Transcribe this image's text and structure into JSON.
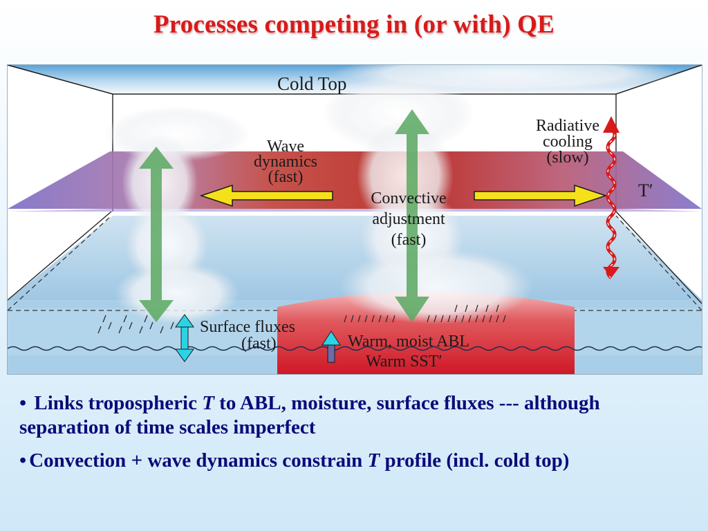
{
  "title": "Processes competing in (or with) QE",
  "diagram": {
    "cold_top": "Cold Top",
    "wave_dynamics": [
      "Wave",
      "dynamics",
      "(fast)"
    ],
    "convective_adjustment": [
      "Convective",
      "adjustment",
      "(fast)"
    ],
    "radiative_cooling": [
      "Radiative",
      "cooling",
      "(slow)"
    ],
    "t_prime": "T′",
    "surface_fluxes": [
      "Surface fluxes",
      "(fast)"
    ],
    "warm_abl": "Warm, moist ABL",
    "warm_sst": "Warm SST′"
  },
  "bullets": [
    {
      "prefix": "Links tropospheric ",
      "var": "T",
      "suffix": " to ABL, moisture, surface fluxes --- although separation of time scales imperfect"
    },
    {
      "prefix": "Convection + wave dynamics constrain ",
      "var": "T",
      "suffix": " profile (incl. cold top)"
    }
  ],
  "colors": {
    "title": "#d81a1a",
    "bullet_text": "#0b0b7a",
    "arrow_green": "#5aa860",
    "arrow_yellow": "#f5e11a",
    "arrow_red": "#d81a1a",
    "arrow_cyan": "#2ad4e6",
    "sst_red": "#d01c2a",
    "ocean_blue": "#a9cfe8"
  }
}
